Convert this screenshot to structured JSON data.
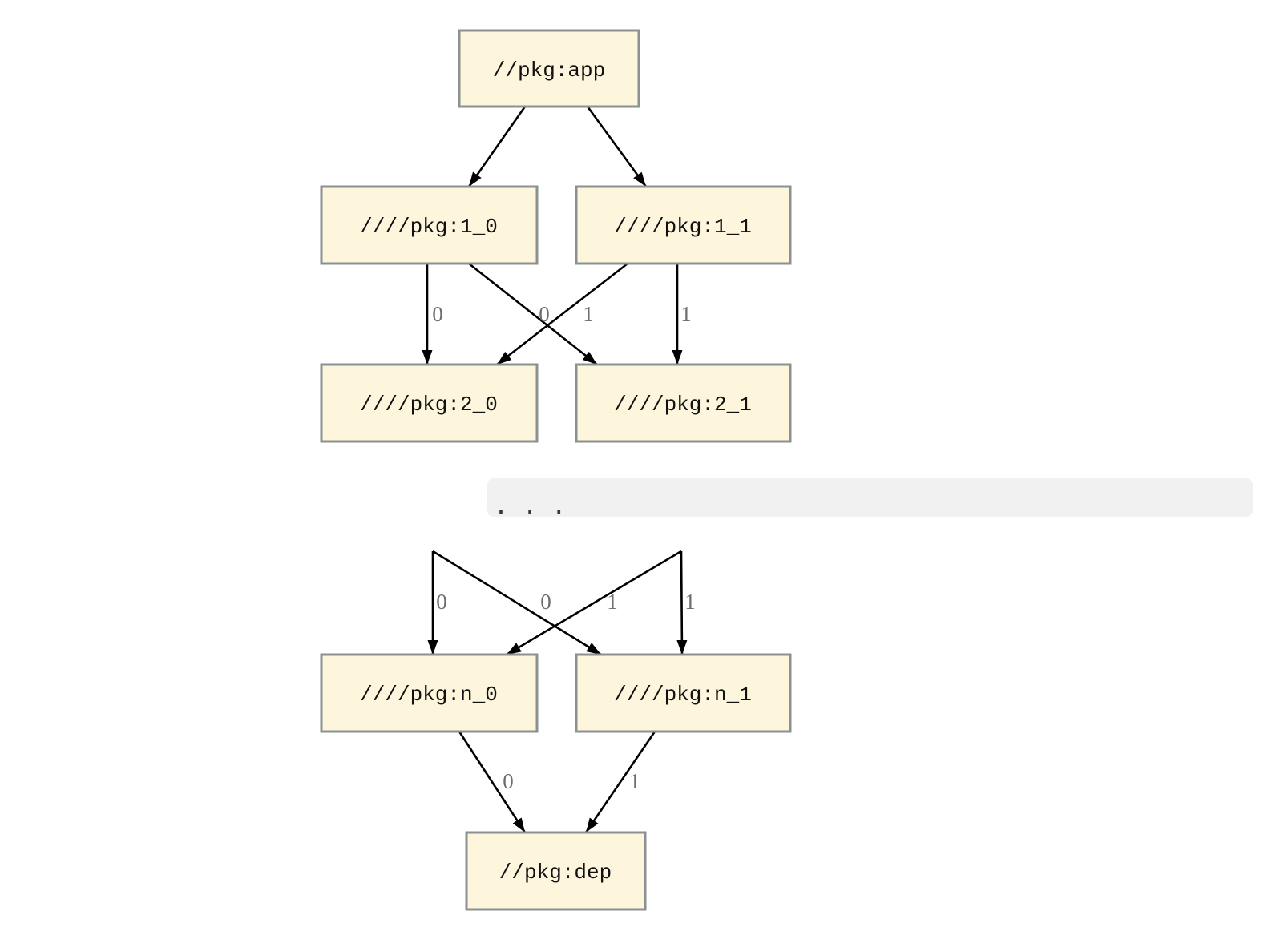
{
  "diagram": {
    "nodes": {
      "app": {
        "label": "//pkg:app"
      },
      "l1_0": {
        "label": "////pkg:1_0"
      },
      "l1_1": {
        "label": "////pkg:1_1"
      },
      "l2_0": {
        "label": "////pkg:2_0"
      },
      "l2_1": {
        "label": "////pkg:2_1"
      },
      "ln_0": {
        "label": "////pkg:n_0"
      },
      "ln_1": {
        "label": "////pkg:n_1"
      },
      "dep": {
        "label": "//pkg:dep"
      }
    },
    "edge_labels": {
      "l1_0_to_l2_0": "0",
      "l1_0_to_l2_1": "0",
      "l1_1_to_l2_0": "1",
      "l1_1_to_l2_1": "1",
      "hidden0_to_ln_0": "0",
      "hidden0_to_ln_1": "0",
      "hidden1_to_ln_0": "1",
      "hidden1_to_ln_1": "1",
      "ln_0_to_dep": "0",
      "ln_1_to_dep": "1"
    },
    "ellipsis": ". . .",
    "colors": {
      "node_fill": "#fdf6dd",
      "node_border": "#8b9190",
      "edge": "#000000",
      "edge_label_text": "#6e6e6e",
      "band_fill": "#f1f1f1",
      "ellipsis_dots": "#383838"
    }
  }
}
